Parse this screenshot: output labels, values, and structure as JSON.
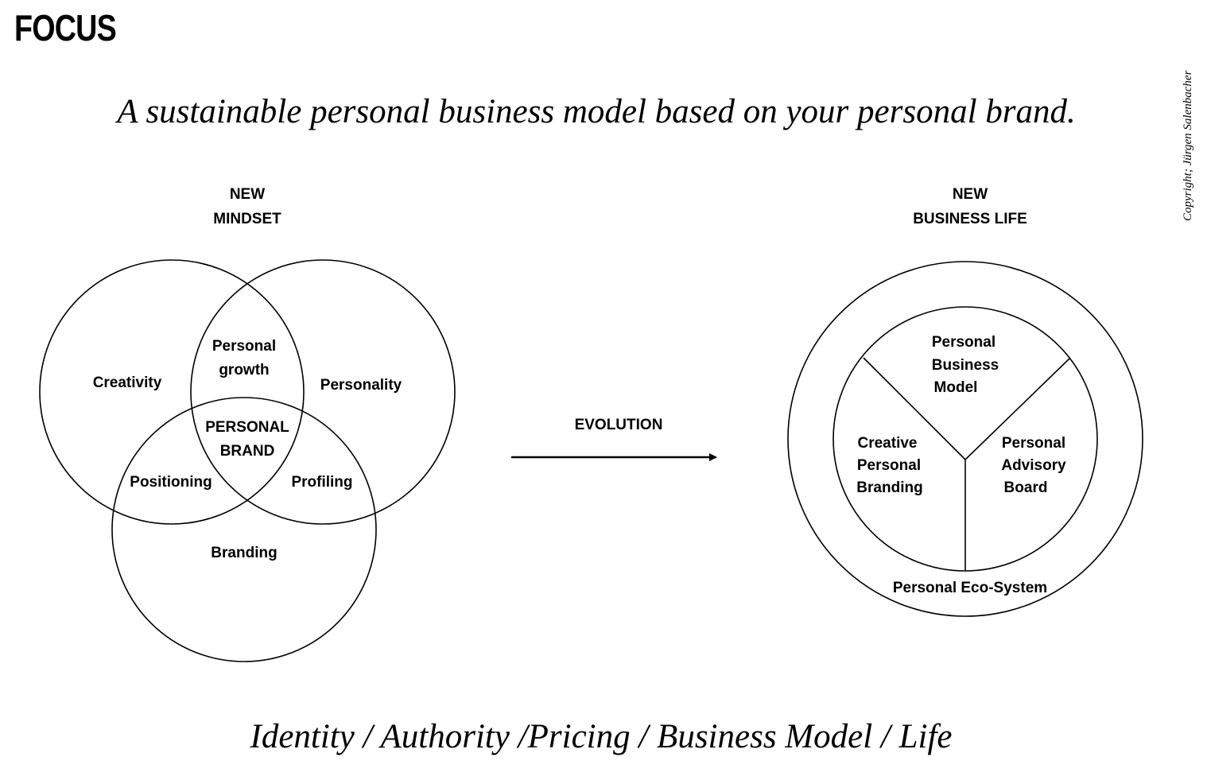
{
  "title": "FOCUS",
  "subtitle": "A sustainable personal business model based on your personal brand.",
  "copyright": "Copyright; Jürgen Salenbacher",
  "footer": "Identity / Authority /Pricing / Business Model / Life",
  "venn": {
    "heading": [
      "NEW",
      "MINDSET"
    ],
    "creativity": "Creativity",
    "personality": "Personality",
    "branding": "Branding",
    "personal_growth": [
      "Personal",
      "growth"
    ],
    "positioning": "Positioning",
    "profiling": "Profiling",
    "personal_brand": [
      "PERSONAL",
      "BRAND"
    ]
  },
  "evolution": "EVOLUTION",
  "business": {
    "heading": [
      "NEW",
      "BUSINESS LIFE"
    ],
    "top": [
      "Personal",
      "Business",
      "Model"
    ],
    "left": [
      "Creative",
      "Personal",
      "Branding"
    ],
    "right": [
      "Personal",
      "Advisory",
      "Board"
    ],
    "outer": "Personal Eco-System"
  }
}
